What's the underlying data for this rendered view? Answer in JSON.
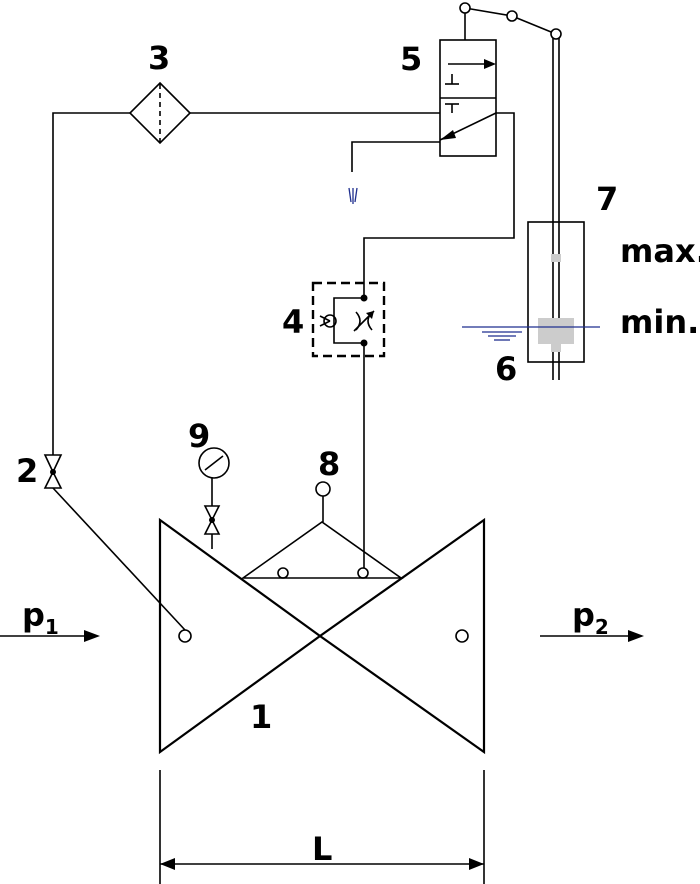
{
  "labels": {
    "n1": "1",
    "n2": "2",
    "n3": "3",
    "n4": "4",
    "n5": "5",
    "n6": "6",
    "n7": "7",
    "n8": "8",
    "n9": "9",
    "max": "max.",
    "min": "min.",
    "p1_base": "p",
    "p1_sub": "1",
    "p2_base": "p",
    "p2_sub": "2",
    "length": "L"
  },
  "colors": {
    "line": "#000000",
    "water": "#1f2f8f",
    "float": "#cccccc"
  }
}
